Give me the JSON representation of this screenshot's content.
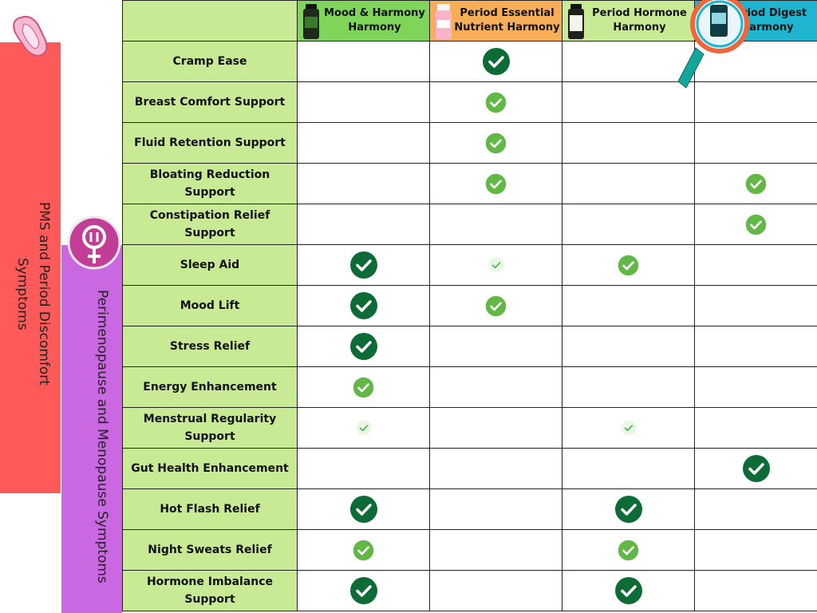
{
  "groups": {
    "pms": "PMS and Period Discomfort\nSymptoms",
    "menopause": "Perimenopause and Menopause Symptoms"
  },
  "products": [
    {
      "name": "Mood & Harmony Harmony",
      "color": "#7fd45a",
      "icon": "bottle-green"
    },
    {
      "name": "Period Essential Nutrient Harmony",
      "color": "#f8ae57",
      "icon": "bottle-pink"
    },
    {
      "name": "Period Hormone Harmony",
      "color": "#c9ea94",
      "icon": "bottle-white"
    },
    {
      "name": "Period Digest Harmony",
      "color": "#1fb5d1",
      "icon": "bottle-teal-magnified"
    }
  ],
  "chart_data": {
    "type": "table",
    "columns": [
      "Mood & Harmony Harmony",
      "Period Essential Nutrient Harmony",
      "Period Hormone Harmony",
      "Period Digest Harmony"
    ],
    "rows": [
      {
        "label": "Cramp Ease",
        "marks": [
          "",
          "large",
          "",
          ""
        ]
      },
      {
        "label": "Breast Comfort Support",
        "marks": [
          "",
          "medium",
          "",
          ""
        ]
      },
      {
        "label": "Fluid Retention Support",
        "marks": [
          "",
          "medium",
          "",
          ""
        ]
      },
      {
        "label": "Bloating Reduction Support",
        "marks": [
          "",
          "medium",
          "",
          "medium"
        ]
      },
      {
        "label": "Constipation Relief Support",
        "marks": [
          "",
          "",
          "",
          "medium"
        ]
      },
      {
        "label": "Sleep Aid",
        "marks": [
          "large",
          "small",
          "medium",
          ""
        ]
      },
      {
        "label": "Mood Lift",
        "marks": [
          "large",
          "medium",
          "",
          ""
        ]
      },
      {
        "label": "Stress Relief",
        "marks": [
          "large",
          "",
          "",
          ""
        ]
      },
      {
        "label": "Energy Enhancement",
        "marks": [
          "medium",
          "",
          "",
          ""
        ]
      },
      {
        "label": "Menstrual Regularity Support",
        "marks": [
          "small",
          "",
          "small",
          ""
        ]
      },
      {
        "label": "Gut Health Enhancement",
        "marks": [
          "",
          "",
          "",
          "large"
        ]
      },
      {
        "label": "Hot Flash Relief",
        "marks": [
          "large",
          "",
          "large",
          ""
        ]
      },
      {
        "label": "Night Sweats Relief",
        "marks": [
          "medium",
          "",
          "medium",
          ""
        ]
      },
      {
        "label": "Hormone Imbalance Support",
        "marks": [
          "large",
          "",
          "large",
          ""
        ]
      }
    ],
    "mark_colors": {
      "large": "#0d6b36",
      "medium": "#62b846",
      "small": "#eaf7e4"
    }
  }
}
